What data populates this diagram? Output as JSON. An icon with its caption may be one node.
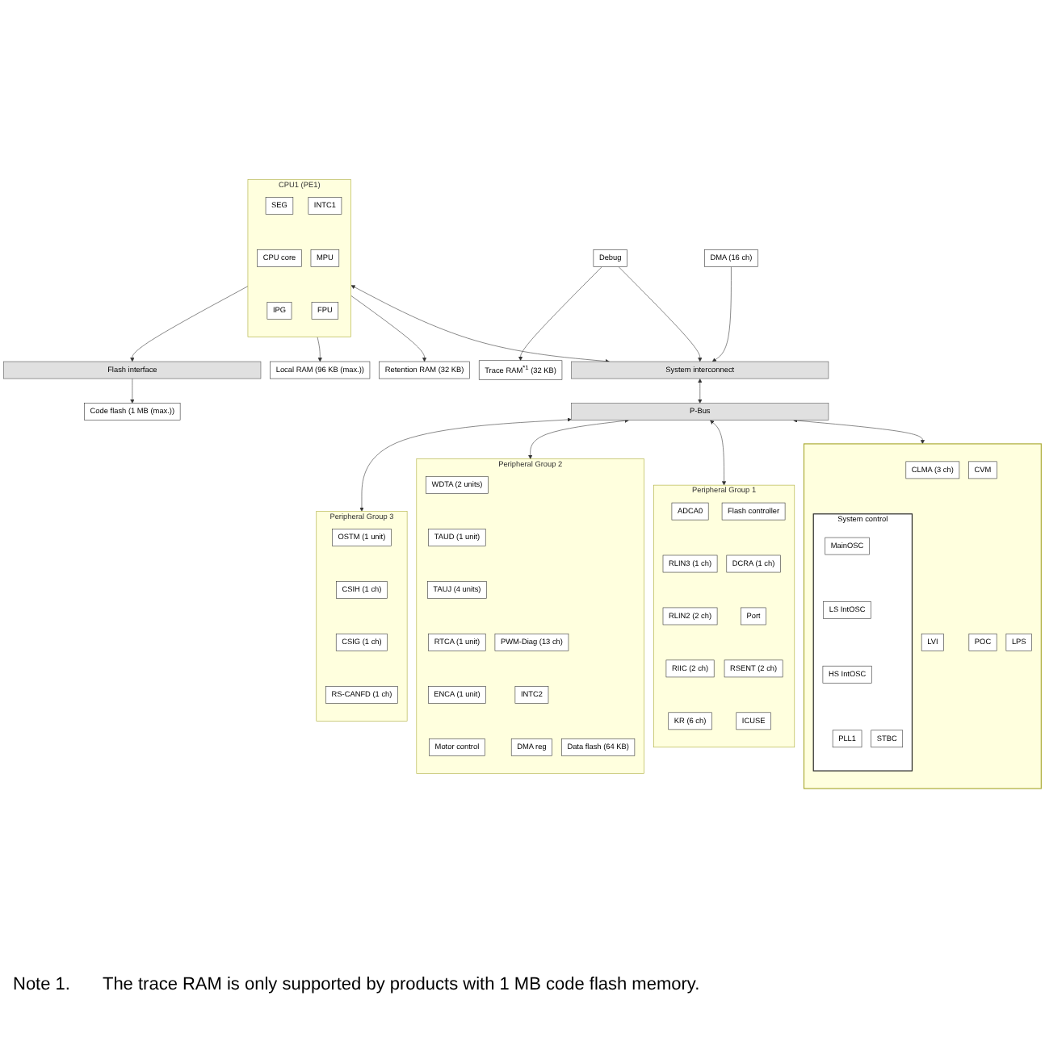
{
  "diagram": {
    "nodes": [
      {
        "text": [
          "Code flash (1 MB (max.))"
        ]
      },
      {
        "text": [
          "Flash interface"
        ]
      },
      {
        "text": [
          "Local RAM (96 KB (max.))"
        ]
      },
      {
        "text": [
          "Retention RAM (32 KB)"
        ]
      },
      {
        "text": [
          "Trace RAM$^{*1}$ (32 KB)"
        ]
      },
      {
        "text": [
          "CPU1 (PE1)"
        ]
      },
      {
        "text": [
          "SEG"
        ],
        "in": 5
      },
      {
        "text": [
          "INTC1"
        ],
        "in": 5
      },
      {
        "text": [
          "CPU core"
        ],
        "in": 5
      },
      {
        "text": [
          "MPU"
        ],
        "in": 5
      },
      {
        "text": [
          "IPG"
        ],
        "in": 5
      },
      {
        "text": [
          "FPU"
        ],
        "in": 5
      },
      {
        "text": [
          "Debug"
        ]
      },
      {
        "text": [
          "DMA (16 ch)"
        ]
      },
      {
        "text": [],
        "shape": "box"
      },
      {
        "text": [
          "System control"
        ],
        "in": 14
      },
      {
        "text": [
          "MainOSC"
        ],
        "in": 15
      },
      {
        "text": [
          "LS IntOSC"
        ],
        "in": 15
      },
      {
        "text": [
          "HS IntOSC"
        ],
        "in": 15
      },
      {
        "text": [
          "PLL1"
        ],
        "in": 15
      },
      {
        "text": [
          "STBC"
        ],
        "in": 15
      },
      {
        "text": [
          "CLMA (3 ch)"
        ],
        "in": 14
      },
      {
        "text": [
          "CVM"
        ],
        "in": 14
      },
      {
        "text": [
          "LVI"
        ],
        "in": 14
      },
      {
        "text": [
          "POC"
        ],
        "in": 14
      },
      {
        "text": [
          "LPS"
        ],
        "in": 14
      },
      {
        "text": [
          "System interconnect"
        ]
      },
      {
        "text": [
          "P-Bus"
        ]
      },
      {
        "text": [
          "Peripheral Group 3"
        ]
      },
      {
        "text": [
          "OSTM (1 unit)"
        ],
        "in": 28
      },
      {
        "text": [
          "CSIH (1 ch)"
        ],
        "in": 28
      },
      {
        "text": [
          "CSIG (1 ch)"
        ],
        "in": 28
      },
      {
        "text": [
          "RS-CANFD (1 ch)"
        ],
        "in": 28
      },
      {
        "text": [
          "Peripheral Group 2"
        ]
      },
      {
        "text": [
          "WDTA (2 units)"
        ],
        "in": 33
      },
      {
        "text": [
          "PWM-Diag (13 ch)"
        ],
        "in": 33
      },
      {
        "text": [
          "Data flash (64 KB)"
        ],
        "in": 33
      },
      {
        "text": [
          "TAUD (1 unit)"
        ],
        "in": 33
      },
      {
        "text": [
          "INTC2"
        ],
        "in": 33
      },
      {
        "text": [
          "TAUJ (4 units)"
        ],
        "in": 33
      },
      {
        "text": [
          "DMA reg"
        ],
        "in": 33
      },
      {
        "text": [
          "RTCA (1 unit)"
        ],
        "in": 33
      },
      {
        "text": [
          "ENCA (1 unit)"
        ],
        "in": 33
      },
      {
        "text": [
          "Motor control"
        ],
        "in": 33
      },
      {
        "text": [
          "Peripheral Group 1"
        ]
      },
      {
        "text": [
          "ADCA0"
        ],
        "in": 44
      },
      {
        "text": [
          "Flash controller"
        ],
        "in": 44
      },
      {
        "text": [
          "RLIN3 (1 ch)"
        ],
        "in": 44
      },
      {
        "text": [
          "DCRA (1 ch)"
        ],
        "in": 44
      },
      {
        "text": [
          "RLIN2 (2 ch)"
        ],
        "in": 44
      },
      {
        "text": [
          "Port"
        ],
        "in": 44
      },
      {
        "text": [
          "RIIC (2 ch)"
        ],
        "in": 44
      },
      {
        "text": [
          "KR (6 ch)"
        ],
        "in": 44
      },
      {
        "text": [
          "RSENT (2 ch)"
        ],
        "in": 44
      },
      {
        "text": [
          "ICUSE"
        ],
        "in": 44
      }
    ],
    "edges": [
      {
        "from": 5,
        "to": 1,
        "arrow": "to"
      },
      {
        "from": 1,
        "to": 0,
        "arrow": "to"
      },
      {
        "from": 5,
        "to": 2,
        "arrow": "to"
      },
      {
        "from": 5,
        "to": 3,
        "arrow": "to"
      },
      {
        "from": 12,
        "to": 4,
        "arrow": "to"
      },
      {
        "from": 12,
        "to": 26,
        "arrow": "to"
      },
      {
        "from": 5,
        "to": 26,
        "arrow": "both"
      },
      {
        "from": 13,
        "to": 26,
        "arrow": "to"
      },
      {
        "from": 26,
        "to": 27,
        "arrow": "both"
      },
      {
        "from": 27,
        "to": 28,
        "arrow": "both"
      },
      {
        "from": 27,
        "to": 33,
        "arrow": "both"
      },
      {
        "from": 27,
        "to": 44,
        "arrow": "both"
      },
      {
        "from": 27,
        "to": 14,
        "arrow": "both"
      }
    ],
    "labels": [
      "Note 1.",
      "The trace RAM is only supported by products with 1 MB code flash memory."
    ]
  }
}
